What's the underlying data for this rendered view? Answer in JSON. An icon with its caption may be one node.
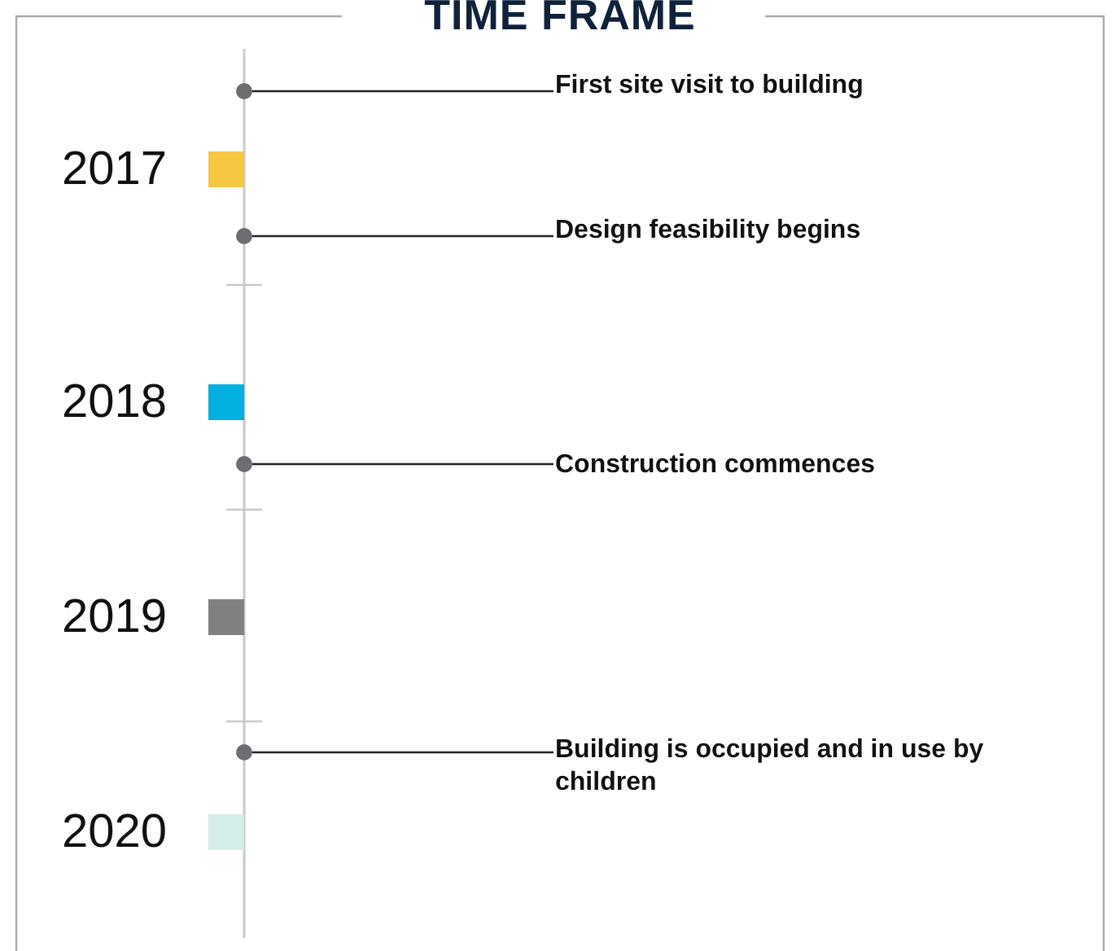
{
  "diagram": {
    "title": "TIME FRAME",
    "nodes": [
      {
        "text": [],
        "shape": "circle"
      },
      {
        "text": [
          "First site visit to building"
        ]
      },
      {
        "text": [],
        "shape": "circle"
      },
      {
        "text": [
          "Design feasibility begins"
        ]
      },
      {
        "text": [],
        "shape": "circle"
      },
      {
        "text": [
          "Construction commences"
        ]
      },
      {
        "text": [],
        "shape": "circle"
      },
      {
        "text": [
          "Building is occupied and in use by children"
        ]
      }
    ],
    "edges": [
      {
        "from": 1,
        "to": 0,
        "arrow": "none"
      },
      {
        "from": 3,
        "to": 2,
        "arrow": "none"
      },
      {
        "from": 5,
        "to": 4,
        "arrow": "none"
      },
      {
        "from": 7,
        "to": 6,
        "arrow": "none"
      }
    ],
    "labels": [
      "2017",
      "2018",
      "2019",
      "2020"
    ]
  }
}
